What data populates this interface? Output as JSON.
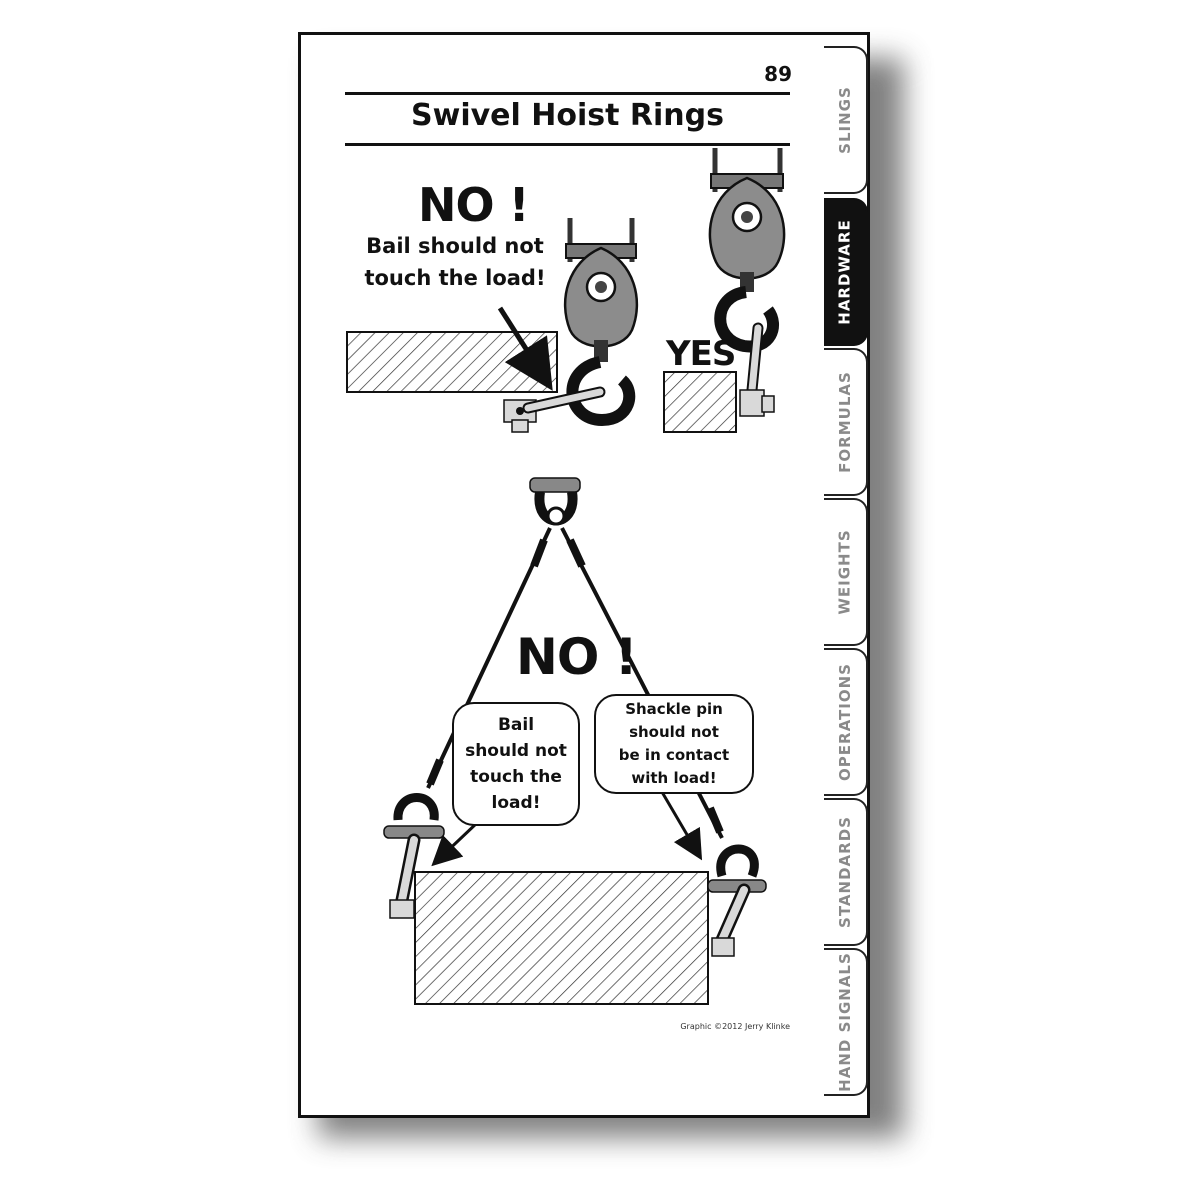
{
  "page": {
    "number": "89",
    "title": "Swivel Hoist Rings"
  },
  "tabs": [
    {
      "label": "SLINGS",
      "active": false
    },
    {
      "label": "HARDWARE",
      "active": true
    },
    {
      "label": "FORMULAS",
      "active": false
    },
    {
      "label": "WEIGHTS",
      "active": false
    },
    {
      "label": "OPERATIONS",
      "active": false
    },
    {
      "label": "STANDARDS",
      "active": false
    },
    {
      "label": "HAND SIGNALS",
      "active": false
    }
  ],
  "top_figure": {
    "no_label": "NO !",
    "caption_line1": "Bail should not",
    "caption_line2": "touch the load!",
    "yes_label": "YES"
  },
  "bottom_figure": {
    "no_label": "NO !",
    "bubble_left": [
      "Bail",
      "should not",
      "touch the",
      "load!"
    ],
    "bubble_right": [
      "Shackle pin",
      "should not",
      "be in contact",
      "with load!"
    ]
  },
  "credit": "Graphic ©2012 Jerry Klinke",
  "colors": {
    "ink": "#111111",
    "block_gray": "#8c8c8c",
    "bail_gray": "#d9d9d9",
    "active_tab": "#111111",
    "inactive_tab_text": "#8a8a8a"
  }
}
